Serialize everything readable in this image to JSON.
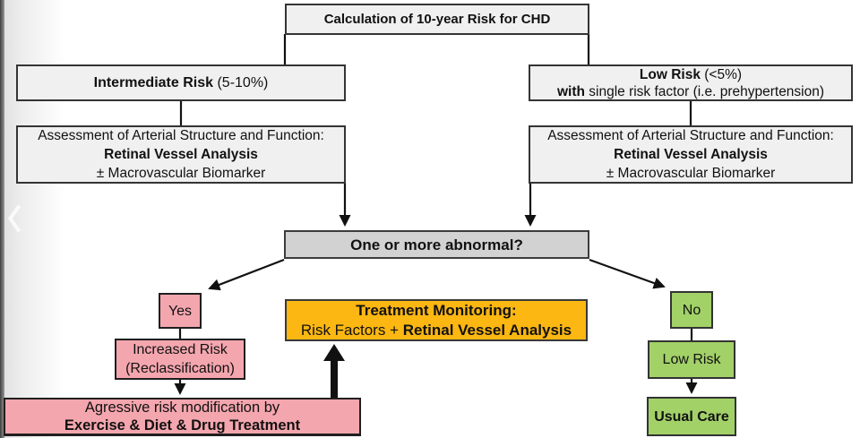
{
  "diagram": {
    "type": "flowchart",
    "topic": "CHD 10-year risk assessment pathway"
  },
  "colors": {
    "box_light_gray": "#f0f0f0",
    "box_decision_gray": "#d2d2d2",
    "pink": "#f4a6ae",
    "green": "#a2d168",
    "orange": "#fcb712",
    "line": "#111111"
  },
  "nodes": {
    "title": {
      "text": "Calculation of 10-year Risk for CHD"
    },
    "intermediate": {
      "bold": "Intermediate Risk",
      "rest": " (5-10%)"
    },
    "low_entry": {
      "line1_bold": "Low Risk",
      "line1_rest": " (<5%)",
      "line2_bold": "with",
      "line2_rest": " single risk factor (i.e. prehypertension)"
    },
    "assessment": {
      "line1": "Assessment of Arterial Structure and Function:",
      "line2": "Retinal Vessel Analysis",
      "line3": "± Macrovascular Biomarker"
    },
    "abnormal": {
      "text": "One or more abnormal?"
    },
    "yes": {
      "text": "Yes"
    },
    "increased": {
      "line1": "Increased Risk",
      "line2": "(Reclassification)"
    },
    "aggressive": {
      "line1": "Agressive risk modification by",
      "line2": "Exercise & Diet & Drug Treatment"
    },
    "treatment": {
      "line1": "Treatment Monitoring:",
      "line2_rest": "Risk Factors + ",
      "line2_bold": "Retinal Vessel Analysis"
    },
    "no": {
      "text": "No"
    },
    "low_risk": {
      "text": "Low Risk"
    },
    "usual_care": {
      "text": "Usual Care"
    }
  }
}
